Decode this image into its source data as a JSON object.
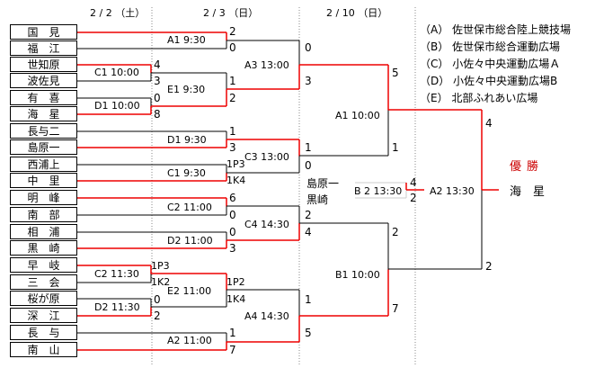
{
  "headers": {
    "day1": "2 / 2 （土）",
    "day2": "2 / 3 （日）",
    "day3": "2 / 10 （日）"
  },
  "venues": [
    "（A） 佐世保市総合陸上競技場",
    "（B） 佐世保市総合運動広場",
    "（C） 小佐々中央運動広場Ａ",
    "（D） 小佐々中央運動広場B",
    "（E） 北部ふれあい広場"
  ],
  "teams": [
    "国　見",
    "福　江",
    "世知原",
    "波佐見",
    "有　喜",
    "海　星",
    "長与二",
    "島原一",
    "西浦上",
    "中　里",
    "明　峰",
    "南　部",
    "相　浦",
    "黒　崎",
    "早　岐",
    "三　会",
    "桜が原",
    "深　江",
    "長　与",
    "南　山"
  ],
  "slots": {
    "c1_1000": "C1 10:00",
    "d1_1000": "D1 10:00",
    "c2_1130": "C2 11:30",
    "d2_1130": "D2 11:30",
    "a1_930": "A1 9:30",
    "e1_930": "E1 9:30",
    "d1_930": "D1 9:30",
    "c1_930": "C1 9:30",
    "c2_1100": "C2 11:00",
    "d2_1100": "D2 11:00",
    "e2_1100": "E2 11:00",
    "a2_1100": "A2 11:00",
    "a3_1300": "A3 13:00",
    "c3_1300": "C3 13:00",
    "c4_1430": "C4 14:30",
    "a4_1430": "A4 14:30",
    "a1_1000": "A1 10:00",
    "b1_1000": "B1 10:00",
    "b2_1330": "B 2 13:30",
    "a2_1330": "A2 13:30"
  },
  "scores": {
    "sekachi_r1": "4",
    "hasami_r1": "3",
    "ariki_r1": "0",
    "kaisei_r1": "8",
    "sogi_r1": "1P3",
    "mikai_r1": "1K2",
    "sakura_r1": "0",
    "fukae_r1": "2",
    "kunimi_r2": "2",
    "fukue_r2": "0",
    "c1w_r2": "1",
    "d1w_r2": "2",
    "nagayo2_r2": "1",
    "shimabara_r2": "3",
    "nishiura_r2": "1P3",
    "nakazato_r2": "1K4",
    "meiho_r2": "6",
    "nanbu_r2": "0",
    "ainoura_r2": "0",
    "kurosaki_r2": "3",
    "c2w_r2": "1P2",
    "d2w_r2": "1K4",
    "nagayo_r2": "1",
    "minamiyama_r2": "7",
    "a1w_r3": "0",
    "e1w_r3": "3",
    "d1w_r3": "1",
    "c1w_r3": "0",
    "c2w_r3": "2",
    "d2w_r3": "4",
    "e2w_r3": "1",
    "a2w_r3": "5",
    "a3w_qf": "5",
    "c3w_qf": "1",
    "c4w_qf": "2",
    "a4w_qf": "7",
    "b2_top": "4",
    "b2_bot": "2",
    "a1w_f": "4",
    "b1w_f": "2"
  },
  "semifinal_b2": {
    "team1": "島原一",
    "team2": "黒崎"
  },
  "champion": {
    "label": "優勝",
    "team": "海　星"
  }
}
